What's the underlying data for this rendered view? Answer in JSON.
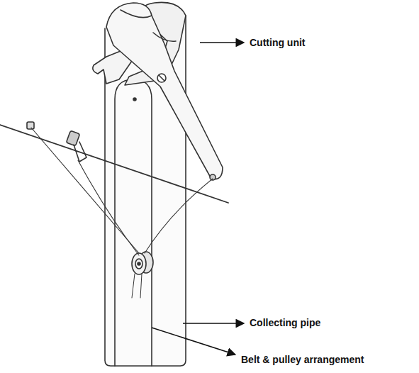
{
  "diagram": {
    "labels": [
      "Cutting unit",
      "Collecting pipe",
      "Belt & pulley arrangement"
    ]
  }
}
